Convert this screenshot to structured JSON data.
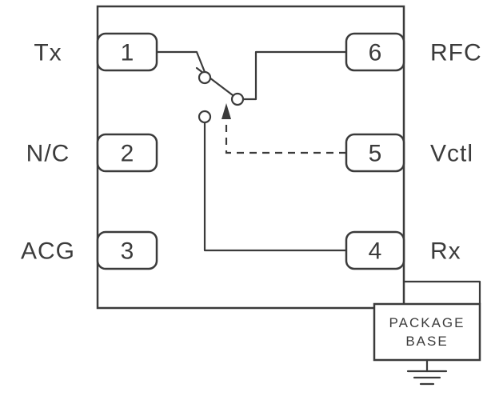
{
  "colors": {
    "line": "#3b3b3b",
    "background": "#ffffff"
  },
  "package": {
    "pins_left": [
      {
        "number": "1",
        "label": "Tx"
      },
      {
        "number": "2",
        "label": "N/C"
      },
      {
        "number": "3",
        "label": "ACG"
      }
    ],
    "pins_right": [
      {
        "number": "6",
        "label": "RFC"
      },
      {
        "number": "5",
        "label": "Vctl"
      },
      {
        "number": "4",
        "label": "Rx"
      }
    ],
    "base_label_line1": "PACKAGE",
    "base_label_line2": "BASE"
  }
}
